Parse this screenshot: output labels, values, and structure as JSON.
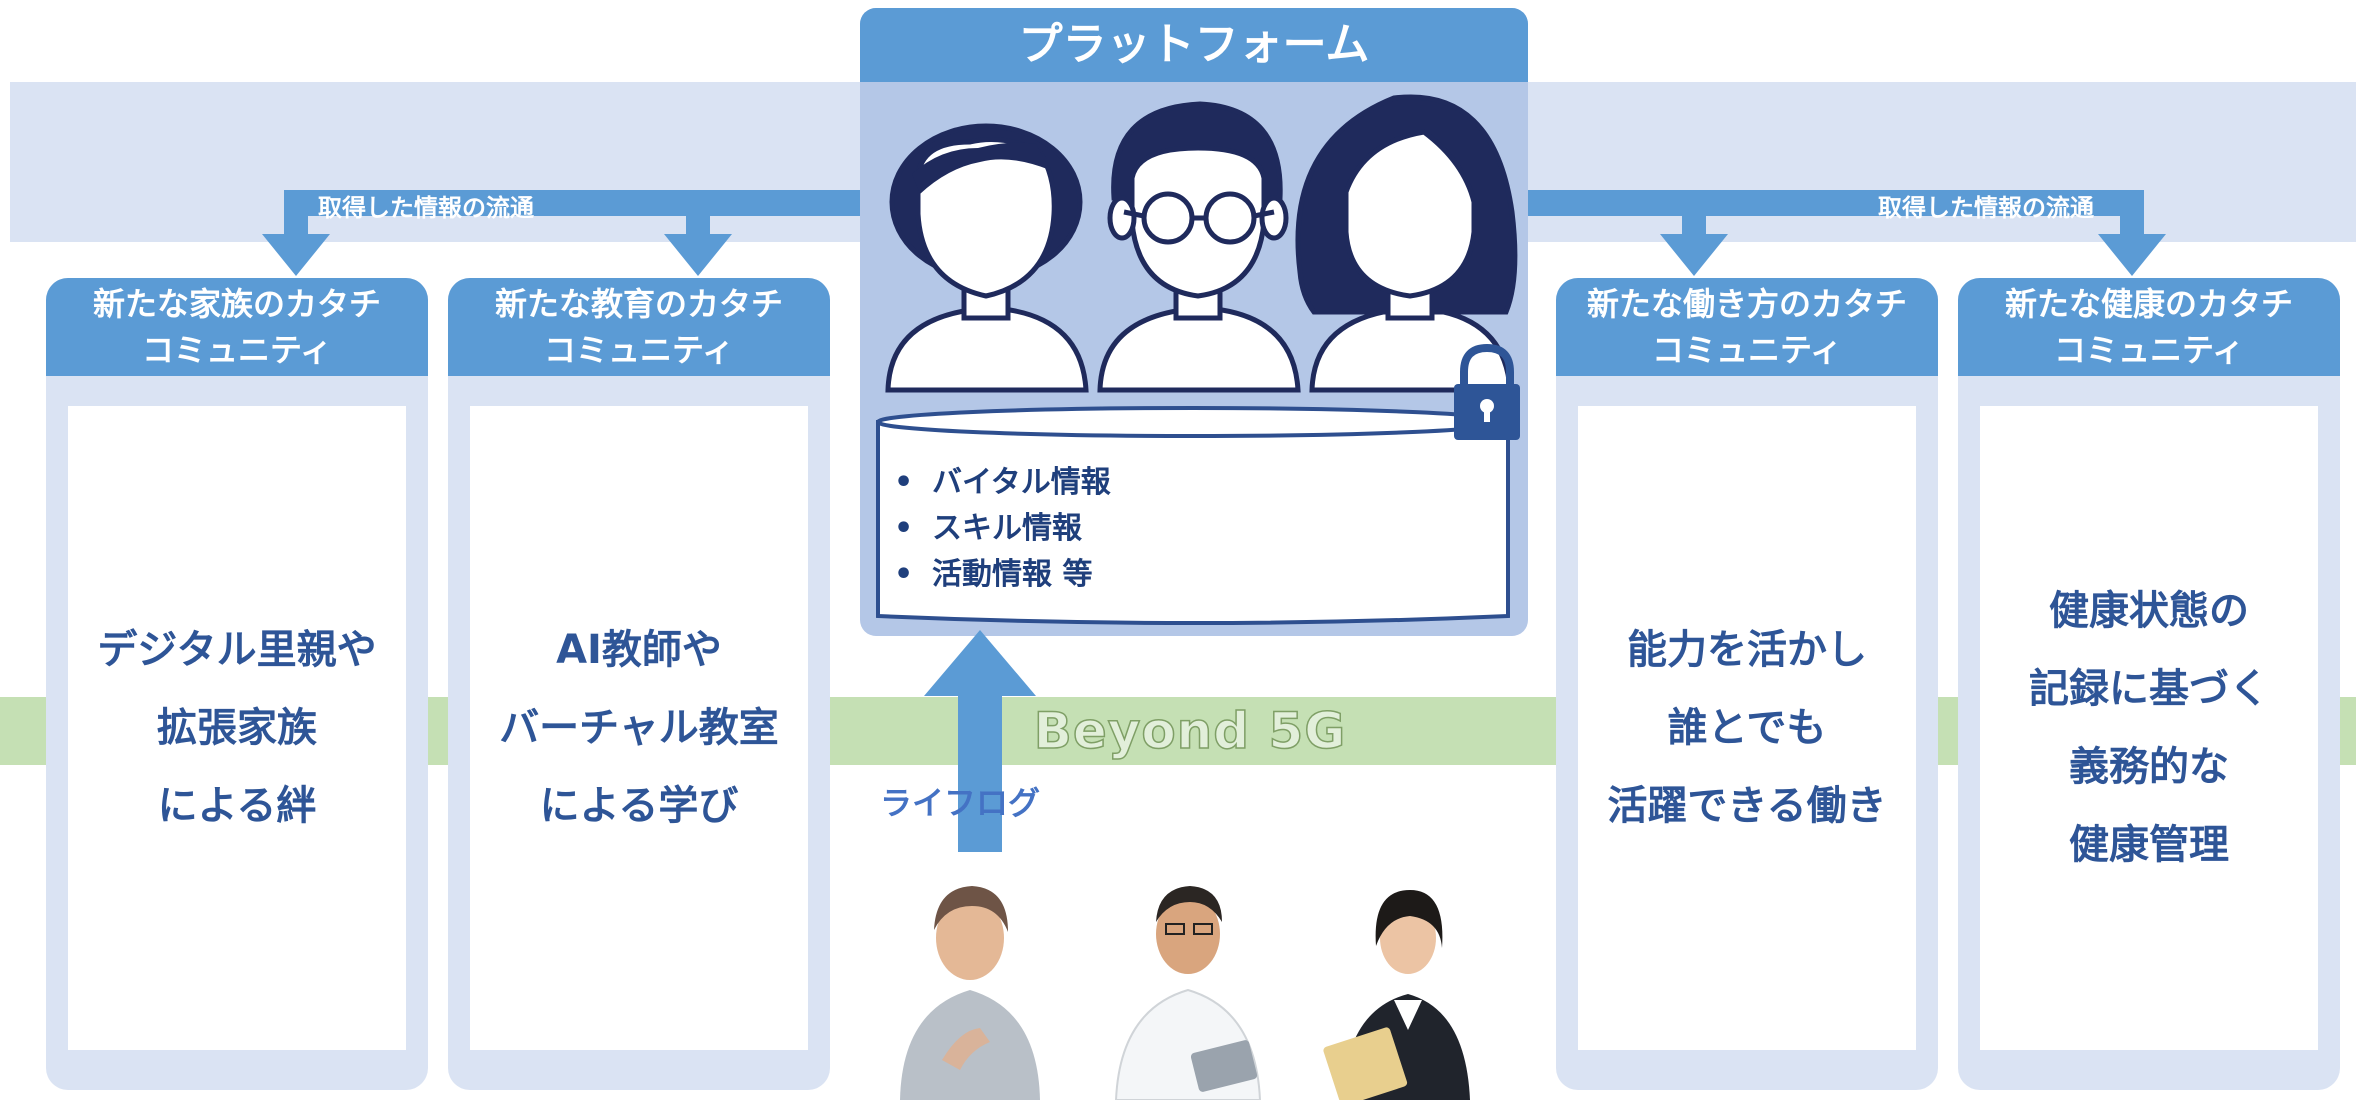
{
  "platform": {
    "title": "プラットフォーム",
    "database_items": [
      "バイタル情報",
      "スキル情報",
      "活動情報 等"
    ]
  },
  "flow_labels": {
    "left": "取得した情報の流通",
    "right": "取得した情報の流通"
  },
  "network_label": "Beyond 5G",
  "lifelog_label": "ライフログ",
  "communities": [
    {
      "title": [
        "新たな家族のカタチ",
        "コミュニティ"
      ],
      "body": [
        "デジタル里親や",
        "拡張家族",
        "による絆"
      ]
    },
    {
      "title": [
        "新たな教育のカタチ",
        "コミュニティ"
      ],
      "body": [
        "AI教師や",
        "バーチャル教室",
        "による学び"
      ]
    },
    {
      "title": [
        "新たな働き方のカタチ",
        "コミュニティ"
      ],
      "body": [
        "能力を活かし",
        "誰とでも",
        "活躍できる働き"
      ]
    },
    {
      "title": [
        "新たな健康のカタチ",
        "コミュニティ"
      ],
      "body": [
        "健康状態の",
        "記録に基づく",
        "義務的な",
        "健康管理"
      ]
    }
  ],
  "icons": [
    "person-short-hair-icon",
    "person-glasses-icon",
    "person-long-hair-icon",
    "lock-icon",
    "database-cylinder-icon",
    "arrow-down-icon",
    "arrow-up-icon"
  ],
  "colors": {
    "accent_blue": "#5b9bd5",
    "band_blue": "#dae3f3",
    "platform_blue": "#b4c7e7",
    "band_green": "#c5e0b4",
    "text_dark_blue": "#2e5597",
    "figure_navy": "#1f2a5c"
  }
}
